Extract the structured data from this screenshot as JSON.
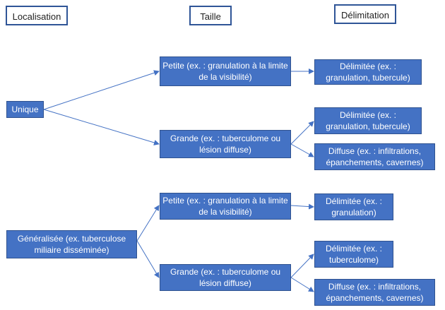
{
  "headers": {
    "localisation": "Localisation",
    "taille": "Taille",
    "delimitation": "Délimitation"
  },
  "colors": {
    "node_fill": "#4472c4",
    "node_border": "#2f528f",
    "header_border": "#2f5597",
    "connector": "#4472c4"
  },
  "nodes": {
    "unique": "Unique",
    "generalisee": "Généralisée (ex. tuberculose miliaire disséminée)",
    "petite_1": "Petite (ex. : granulation  à la limite de la visibilité)",
    "grande_1": "Grande (ex. : tuberculome ou lésion diffuse)",
    "delim_1": "Délimitée (ex. : granulation, tubercule)",
    "delim_2": "Délimitée (ex. : granulation, tubercule)",
    "diffuse_1": "Diffuse (ex. : infiltrations, épanchements, cavernes)",
    "petite_2": "Petite (ex. : granulation  à la limite de la visibilité)",
    "grande_2": "Grande (ex. : tuberculome ou lésion diffuse)",
    "delim_3": "Délimitée (ex. : granulation)",
    "delim_4": "Délimitée (ex. : tuberculome)",
    "diffuse_2": "Diffuse (ex. : infiltrations, épanchements, cavernes)"
  }
}
